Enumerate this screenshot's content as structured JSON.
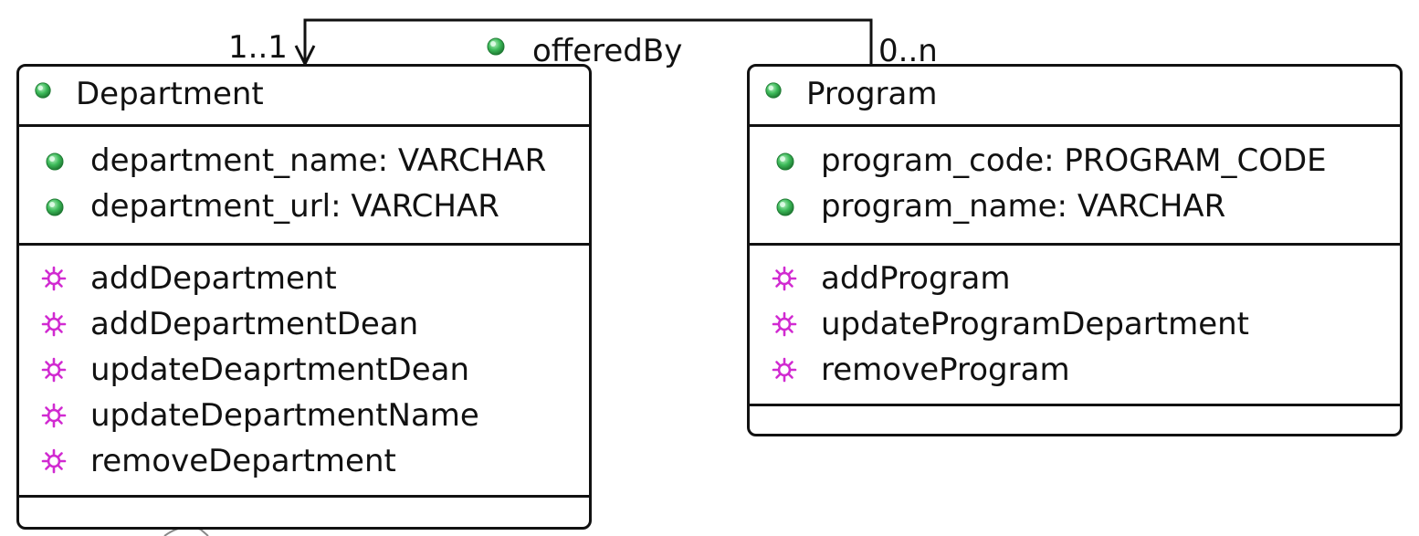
{
  "association": {
    "name": "offeredBy",
    "source_multiplicity": "1..1",
    "target_multiplicity": "0..n",
    "icon": "public-association-icon"
  },
  "classes": {
    "department": {
      "name": "Department",
      "icon": "class-icon",
      "attributes": [
        {
          "text": "department_name: VARCHAR",
          "icon": "public-attribute-icon"
        },
        {
          "text": "department_url: VARCHAR",
          "icon": "public-attribute-icon"
        }
      ],
      "operations": [
        {
          "text": "addDepartment",
          "icon": "operation-icon"
        },
        {
          "text": "addDepartmentDean",
          "icon": "operation-icon"
        },
        {
          "text": "updateDeaprtmentDean",
          "icon": "operation-icon"
        },
        {
          "text": "updateDepartmentName",
          "icon": "operation-icon"
        },
        {
          "text": "removeDepartment",
          "icon": "operation-icon"
        }
      ]
    },
    "program": {
      "name": "Program",
      "icon": "class-icon",
      "attributes": [
        {
          "text": "program_code: PROGRAM_CODE",
          "icon": "public-attribute-icon"
        },
        {
          "text": "program_name: VARCHAR",
          "icon": "public-attribute-icon"
        }
      ],
      "operations": [
        {
          "text": "addProgram",
          "icon": "operation-icon"
        },
        {
          "text": "updateProgramDepartment",
          "icon": "operation-icon"
        },
        {
          "text": "removeProgram",
          "icon": "operation-icon"
        }
      ]
    }
  },
  "colors": {
    "attribute_icon": "#2e9d45",
    "operation_icon": "#d12bd1",
    "line": "#111111"
  }
}
